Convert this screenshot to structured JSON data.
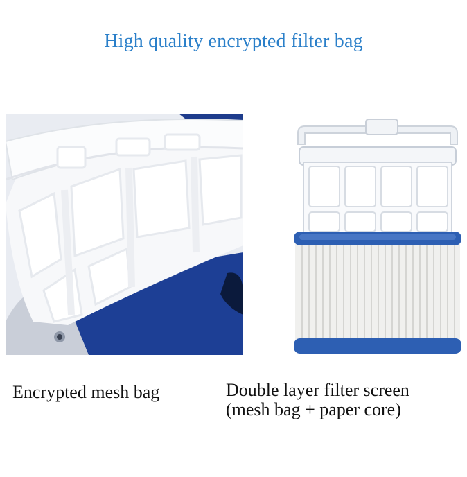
{
  "header": {
    "title": "High quality encrypted filter bag"
  },
  "photos": {
    "left_image": "mesh-bag-photo",
    "right_image": "double-layer-filter-photo"
  },
  "captions": {
    "left": "Encrypted mesh bag",
    "right_line1": "Double layer filter screen",
    "right_line2": "(mesh bag + paper core)"
  },
  "colors": {
    "title": "#2a7fc9",
    "accent_blue": "#1f3f8f",
    "filter_rim_blue": "#2d5fb3"
  }
}
